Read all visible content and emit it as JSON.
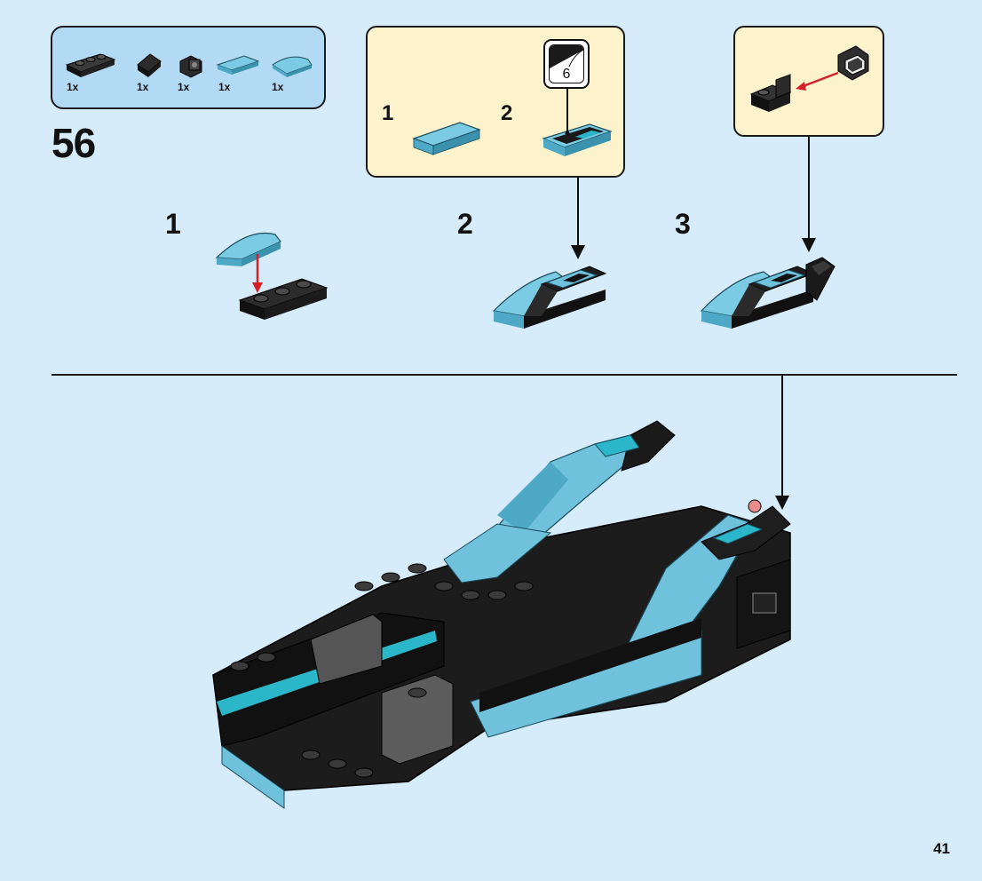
{
  "step": {
    "number": "56",
    "parts": [
      {
        "icon": "black-plate-1x3-icon",
        "qty": "1x"
      },
      {
        "icon": "black-slope-icon",
        "qty": "1x"
      },
      {
        "icon": "black-bracket-icon",
        "qty": "1x"
      },
      {
        "icon": "azure-tile-1x2-icon",
        "qty": "1x"
      },
      {
        "icon": "azure-curved-slope-icon",
        "qty": "1x"
      }
    ],
    "substeps": [
      "1",
      "2",
      "3"
    ]
  },
  "callout_tile": {
    "substeps": [
      "1",
      "2"
    ],
    "sticker_number": "6"
  },
  "page_number": "41",
  "colors": {
    "background": "#d6ecfa",
    "parts_box": "#b3daf4",
    "callout_box": "#fcf3cd",
    "brick_black": "#1e1e1e",
    "brick_azure": "#6fc1dc",
    "arrow_red": "#d4202a"
  }
}
